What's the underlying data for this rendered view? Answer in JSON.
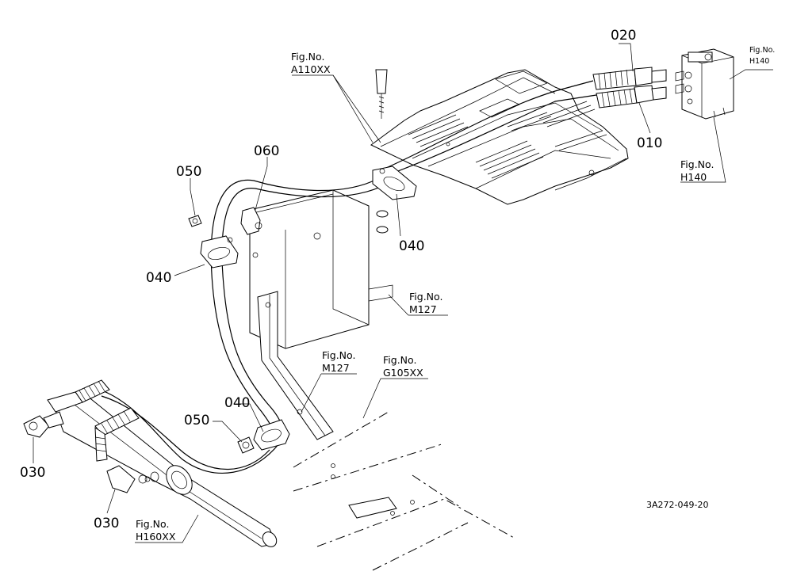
{
  "diagram": {
    "part_labels": [
      {
        "id": "p020",
        "text": "020"
      },
      {
        "id": "p010",
        "text": "010"
      },
      {
        "id": "p060",
        "text": "060"
      },
      {
        "id": "p050a",
        "text": "050"
      },
      {
        "id": "p040a",
        "text": "040"
      },
      {
        "id": "p040b",
        "text": "040"
      },
      {
        "id": "p040c",
        "text": "040"
      },
      {
        "id": "p050b",
        "text": "050"
      },
      {
        "id": "p030a",
        "text": "030"
      },
      {
        "id": "p030b",
        "text": "030"
      }
    ],
    "figure_refs": [
      {
        "id": "a110",
        "title": "Fig.No.",
        "code": "A110XX"
      },
      {
        "id": "h140a",
        "title": "Fig.No.",
        "code": "H140"
      },
      {
        "id": "h140b",
        "title": "Fig.No.",
        "code": "H140"
      },
      {
        "id": "m127a",
        "title": "Fig.No.",
        "code": "M127"
      },
      {
        "id": "m127b",
        "title": "Fig.No.",
        "code": "M127"
      },
      {
        "id": "g105",
        "title": "Fig.No.",
        "code": "G105XX"
      },
      {
        "id": "h160",
        "title": "Fig.No.",
        "code": "H160XX"
      }
    ],
    "drawing_code": "3A272-049-20"
  }
}
